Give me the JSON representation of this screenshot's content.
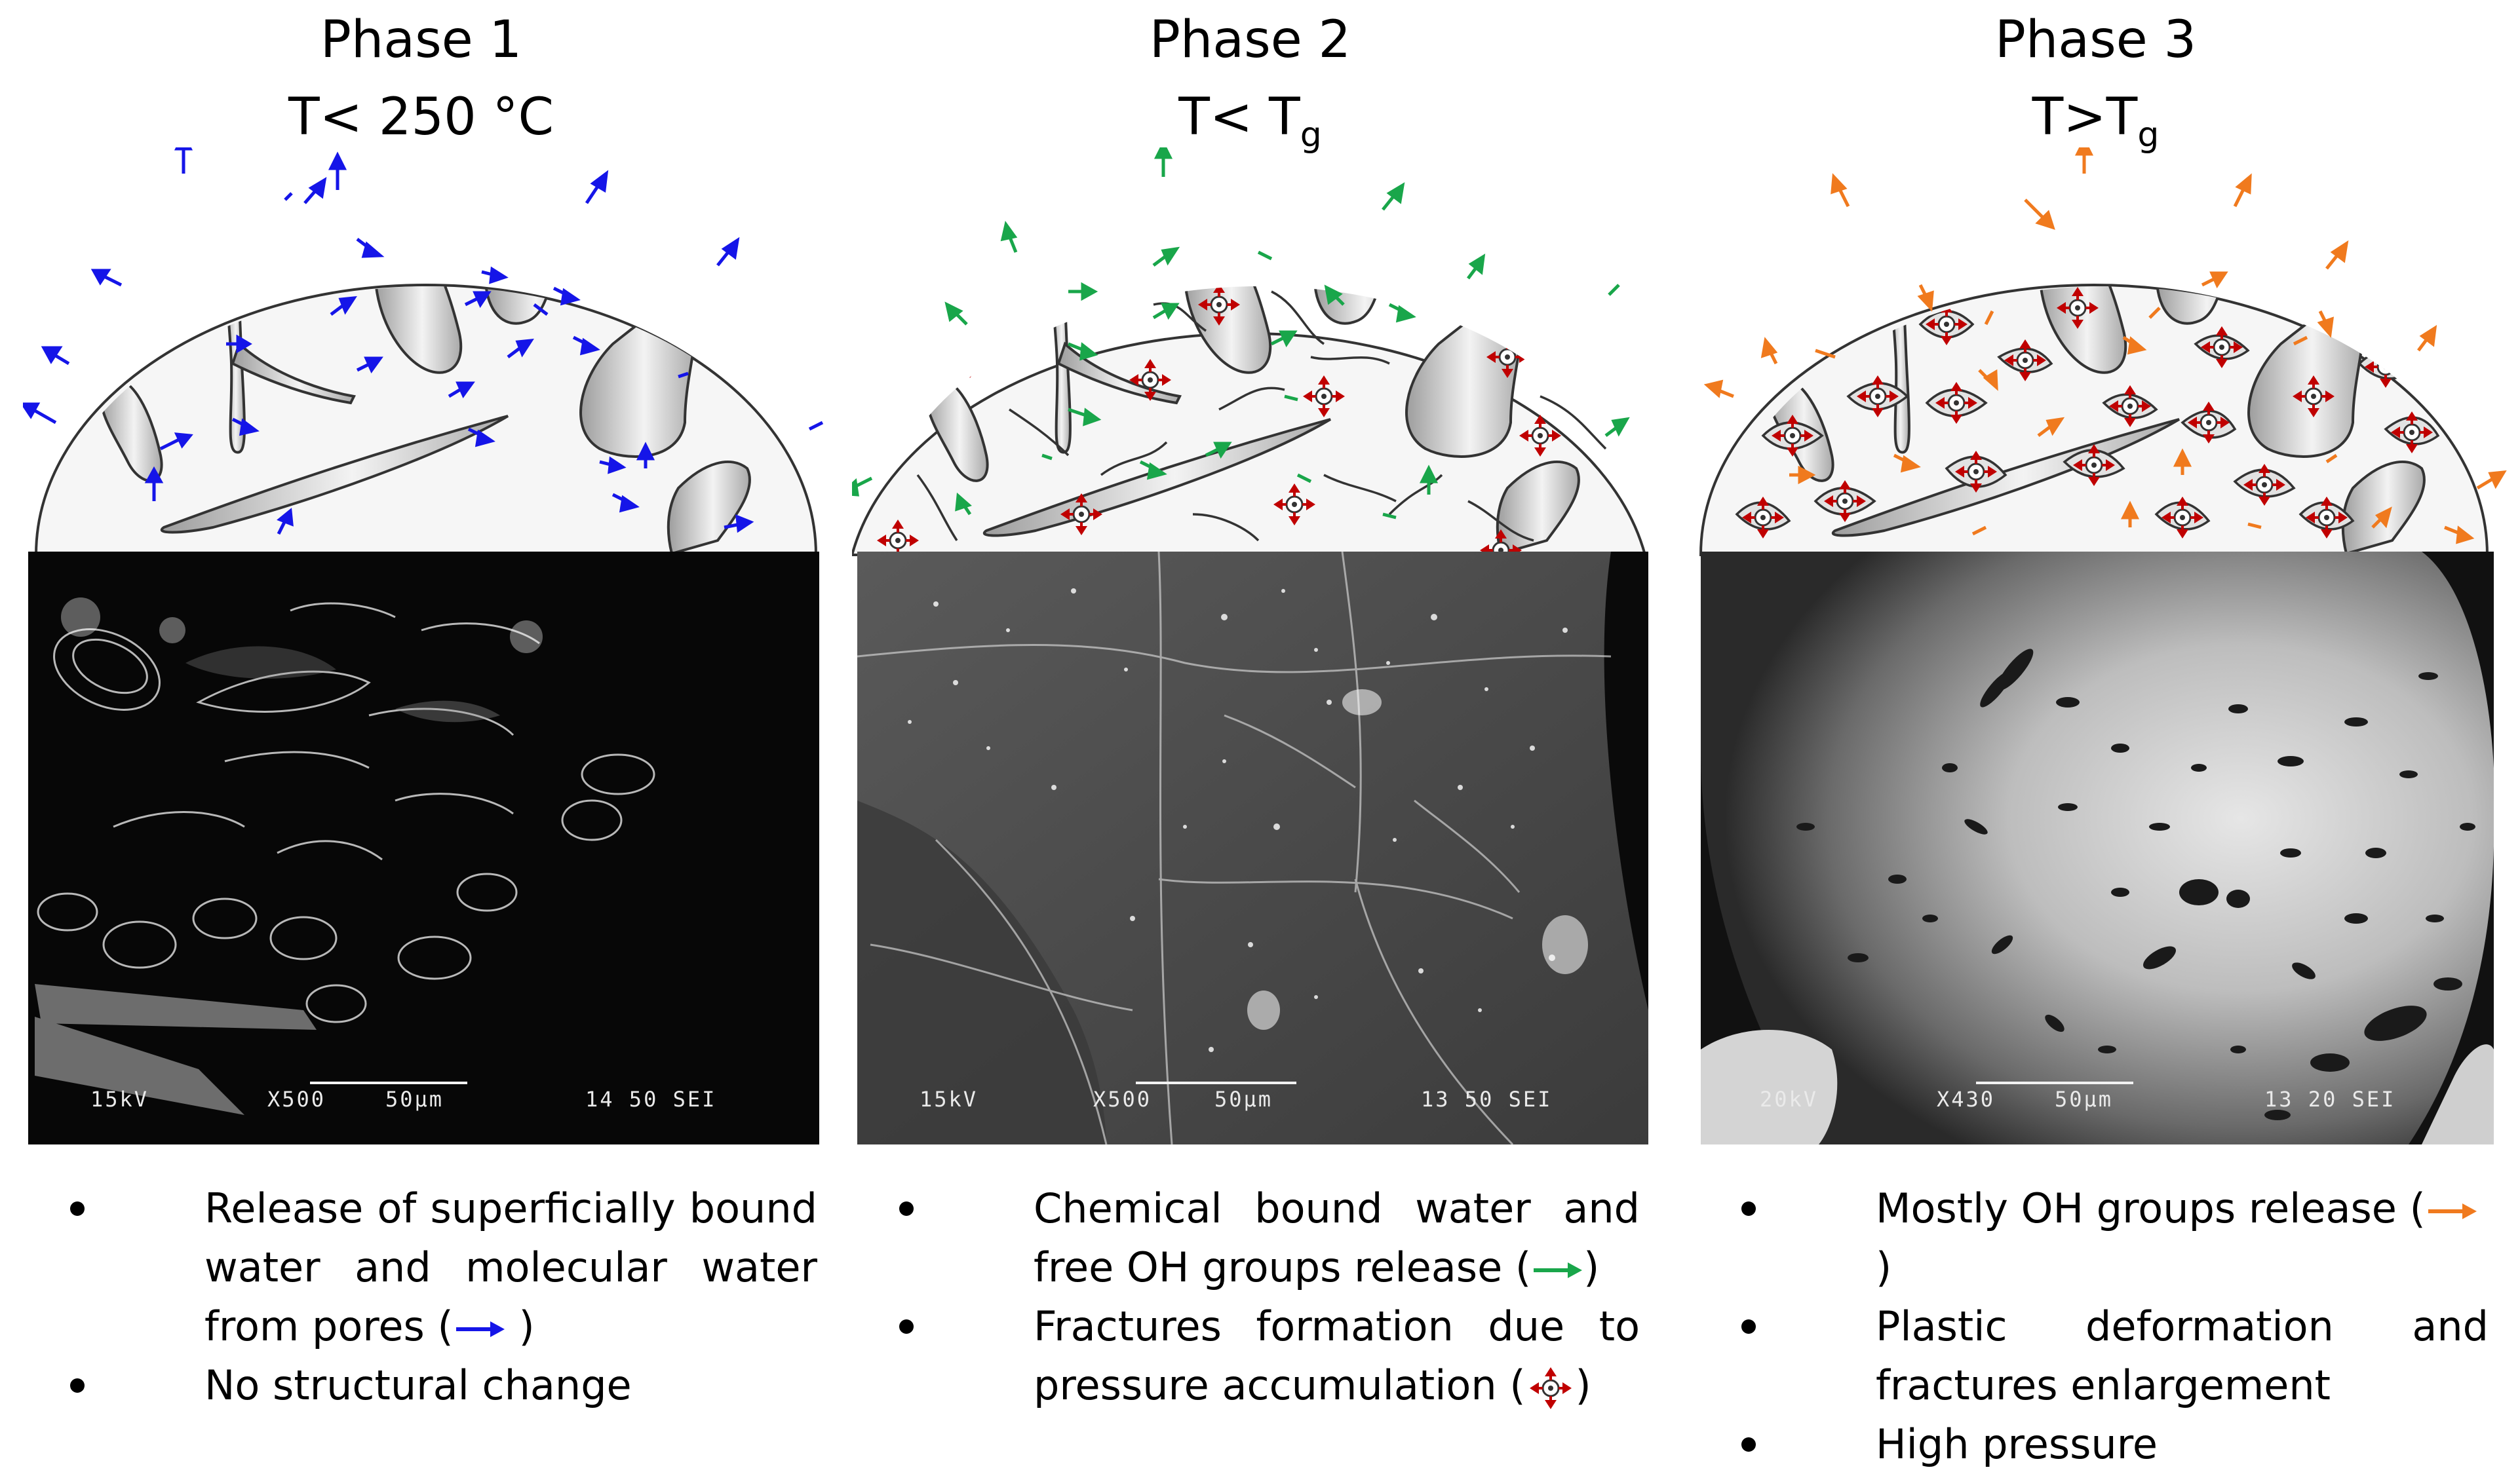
{
  "colors": {
    "phase1_arrow": "#1515e8",
    "phase2_arrow": "#19a64a",
    "phase3_arrow": "#f07a1e",
    "pressure": "#c00000",
    "dome_fill": "#f6f6f6",
    "particle": "#bdbdbd"
  },
  "phases": [
    {
      "title": "Phase 1",
      "temp_main": "T< 250 °C",
      "temp_sub": "",
      "sem": {
        "kv": "15kV",
        "mag": "X500",
        "scale": "50",
        "scale_unit": "μm",
        "code": "14 50 SEI"
      },
      "bullets": [
        {
          "line1": "Release of superficially bound",
          "line2": "water and molecular water",
          "line3_pre": "from pores (",
          "line3_post": " )"
        },
        {
          "text": "No structural change"
        }
      ]
    },
    {
      "title": "Phase 2",
      "temp_main": "T< T",
      "temp_sub": "g",
      "sem": {
        "kv": "15kV",
        "mag": "X500",
        "scale": "50",
        "scale_unit": "μm",
        "code": "13 50 SEI"
      },
      "bullets": [
        {
          "line1": "Chemical bound water and",
          "line2_pre": "free OH groups release (",
          "line2_post": ")"
        },
        {
          "line1": "Fractures formation due to",
          "line2_pre": "pressure accumulation (",
          "line2_post": ")"
        }
      ]
    },
    {
      "title": "Phase 3",
      "temp_main": "T>T",
      "temp_sub": "g",
      "sem": {
        "kv": "20kV",
        "mag": "X430",
        "scale": "50",
        "scale_unit": "μm",
        "code": "13 20 SEI"
      },
      "bullets": [
        {
          "pre": "Mostly OH groups release (",
          "post": ")"
        },
        {
          "line1": "Plastic deformation and",
          "line2": "fractures enlargement"
        },
        {
          "text": "High pressure"
        }
      ]
    }
  ]
}
